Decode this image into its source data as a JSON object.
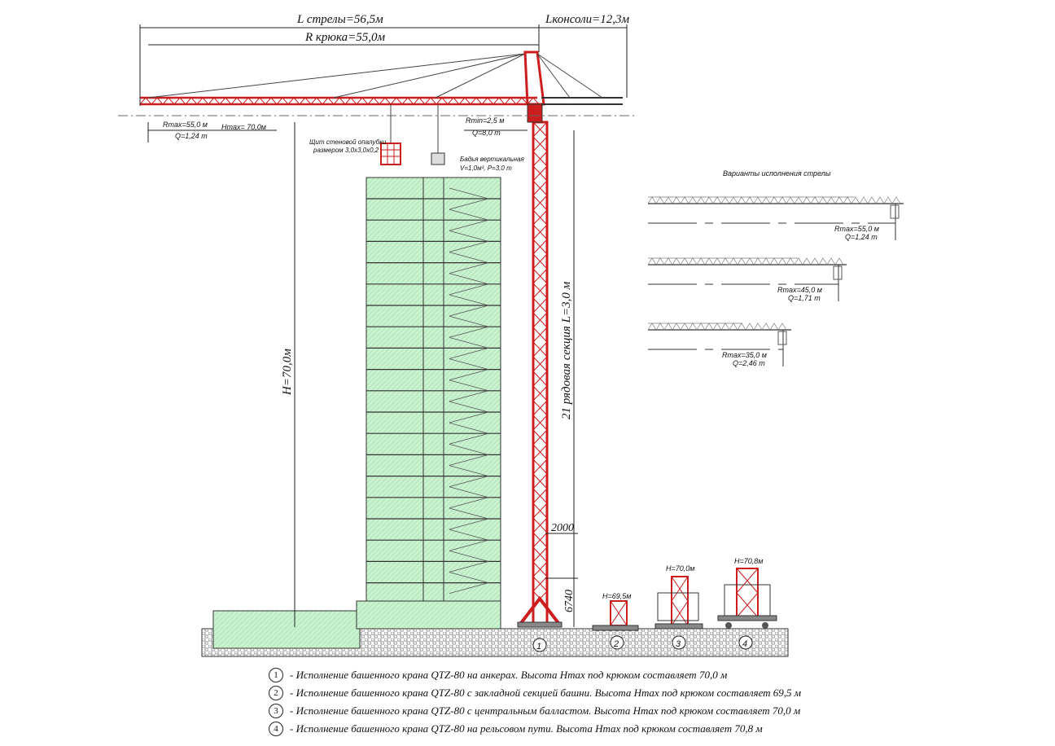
{
  "dims": {
    "boom_length": "L стрелы=56,5м",
    "hook_radius": "R крюка=55,0м",
    "console_length": "Lконсоли=12,3м",
    "rmax": "Rmax=55,0 м",
    "q_at_rmax": "Q=1,24 т",
    "hmax": "Hmax= 70,0м",
    "rmin": "Rmin=2,5 м",
    "q_at_rmin": "Q=8,0 т",
    "height_total": "H=70,0м",
    "sections": "21 рядовая секция  L=3,0 м",
    "dim_2000": "2000",
    "dim_6740": "6740"
  },
  "labels": {
    "formwork_line1": "Щит стеновой опалубки",
    "formwork_line2": "размером 3,0х3,0х0,2",
    "bucket_line1": "Бадья вертикальная",
    "bucket_line2": "V=1,0м³, P=3,0 т"
  },
  "variants": {
    "title": "Варианты исполнения стрелы",
    "items": [
      {
        "rmax": "Rmax=55,0 м",
        "q": "Q=1,24 т"
      },
      {
        "rmax": "Rmax=45,0 м",
        "q": "Q=1,71 т"
      },
      {
        "rmax": "Rmax=35,0 м",
        "q": "Q=2,46 т"
      }
    ]
  },
  "bases": [
    {
      "num": "1",
      "height": ""
    },
    {
      "num": "2",
      "height": "H=69,5м"
    },
    {
      "num": "3",
      "height": "H=70,0м"
    },
    {
      "num": "4",
      "height": "H=70,8м"
    }
  ],
  "legend": [
    {
      "num": "1",
      "text": "- Исполнение башенного крана QTZ-80 на анкерах. Высота Hmax под крюком составляет 70,0 м"
    },
    {
      "num": "2",
      "text": "- Исполнение башенного крана QTZ-80 с закладной секцией башни. Высота Hmax под крюком составляет  69,5 м"
    },
    {
      "num": "3",
      "text": "- Исполнение башенного крана QTZ-80 с центральным балластом.  Высота Hmax под крюком составляет  70,0 м"
    },
    {
      "num": "4",
      "text": "- Исполнение башенного крана QTZ-80 на рельсовом пути.  Высота Hmax под крюком составляет  70,8 м"
    }
  ],
  "colors": {
    "crane": "#cc1e1e",
    "building": "#c9f2cf",
    "line": "#222222"
  }
}
